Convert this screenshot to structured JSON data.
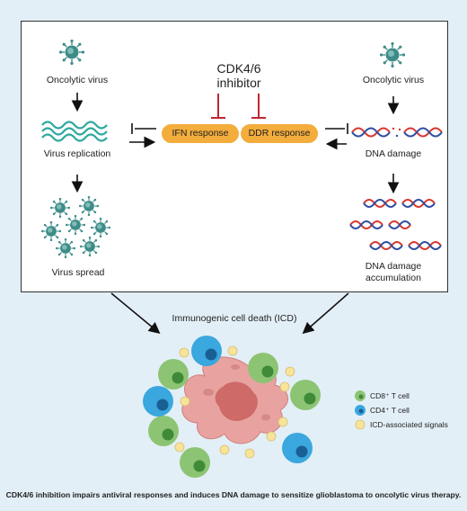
{
  "inhibitor": {
    "line1": "CDK4/6",
    "line2": "inhibitor"
  },
  "left": {
    "virus_label": "Oncolytic virus",
    "replication_label": "Virus replication",
    "spread_label": "Virus spread"
  },
  "middle": {
    "ifn_label": "IFN response",
    "ddr_label": "DDR response"
  },
  "right": {
    "virus_label": "Oncolytic virus",
    "damage_label": "DNA damage",
    "accum_line1": "DNA damage",
    "accum_line2": "accumulation"
  },
  "icd_label": "Immunogenic cell death (ICD)",
  "legend": {
    "cd8": "CD8⁺ T cell",
    "cd4": "CD4⁺ T cell",
    "signals": "ICD-associated signals"
  },
  "caption": "CDK4/6 inhibition impairs antiviral responses and induces DNA damage to sensitize glioblastoma to oncolytic virus therapy.",
  "colors": {
    "background": "#e3eff6",
    "virus": "#3d8c88",
    "wave": "#2fa9a0",
    "pill": "#f3ad3c",
    "inhibit": "#c0272d",
    "dna_red": "#d6382f",
    "dna_blue": "#2f4da0",
    "tumor": "#e8a3a0",
    "cd8": "#8cc474",
    "cd4": "#3aa7df",
    "signal": "#f7e39a"
  }
}
